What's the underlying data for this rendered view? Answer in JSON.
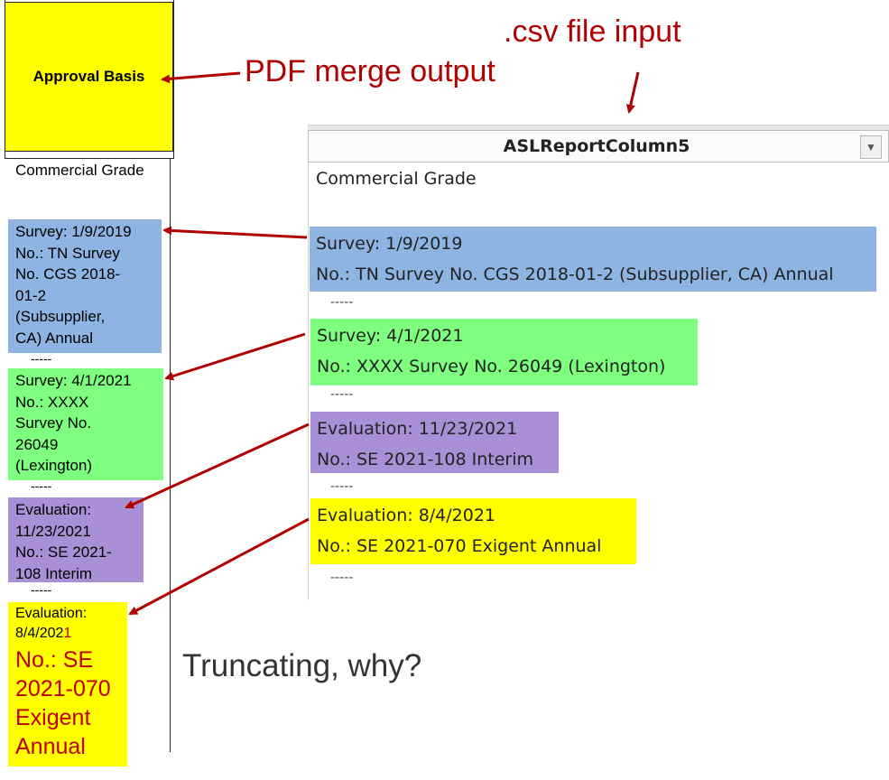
{
  "annotations": {
    "pdf_label": "PDF merge output",
    "csv_label": ".csv file input",
    "question": "Truncating, why?"
  },
  "pdf_output": {
    "header": "Approval Basis",
    "commercial": "Commercial Grade",
    "separator": "-----",
    "blocks": [
      {
        "lines": [
          "Survey: 1/9/2019",
          "No.: TN Survey",
          "No. CGS 2018-",
          "01-2",
          "(Subsupplier,",
          "CA) Annual"
        ]
      },
      {
        "lines": [
          "Survey: 4/1/2021",
          "No.: XXXX",
          "Survey No.",
          "26049",
          "(Lexington)"
        ]
      },
      {
        "lines": [
          "Evaluation:",
          "11/23/2021",
          "No.: SE 2021-",
          "108 Interim"
        ]
      },
      {
        "line1": "Evaluation:",
        "line2_main": "8/4/202",
        "line2_last": "1",
        "rest": [
          "No.: SE",
          "2021-070",
          "Exigent",
          "Annual"
        ]
      }
    ]
  },
  "csv_input": {
    "column_header": "ASLReportColumn5",
    "commercial": "Commercial Grade",
    "separator": "-----",
    "blocks": [
      {
        "line1": "Survey: 1/9/2019",
        "line2": "No.: TN Survey No. CGS 2018-01-2 (Subsupplier, CA) Annual"
      },
      {
        "line1": "Survey: 4/1/2021",
        "line2": "No.: XXXX Survey No. 26049 (Lexington)"
      },
      {
        "line1": "Evaluation: 11/23/2021",
        "line2": "No.: SE 2021-108 Interim"
      },
      {
        "line1": "Evaluation: 8/4/2021",
        "line2": "No.: SE 2021-070 Exigent Annual"
      }
    ]
  },
  "colors": {
    "blue": "#8eb4e3",
    "green": "#7fff7f",
    "purple": "#a98fd6",
    "yellow": "#ffff00",
    "annotation_red": "#b00000"
  },
  "icons": {
    "filter": "dropdown-arrow-icon"
  }
}
